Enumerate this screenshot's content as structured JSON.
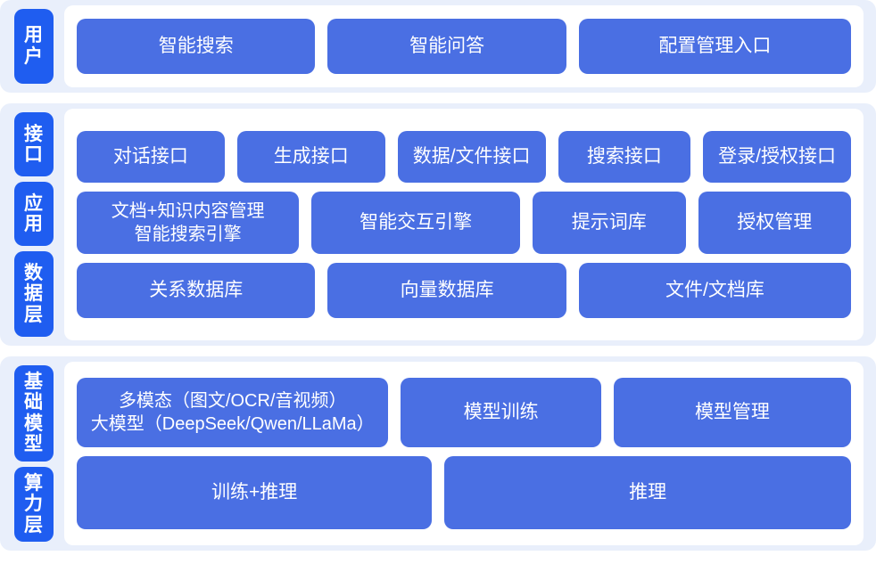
{
  "colors": {
    "page_background": "#ffffff",
    "band_background": "#e9effb",
    "panel_background": "#ffffff",
    "rail_tab": "#1f5df0",
    "card": "#4a6fe3",
    "card_text": "#ffffff"
  },
  "bands": [
    {
      "id": "user",
      "rail": [
        {
          "label": "用户"
        }
      ],
      "rows": [
        {
          "cards": [
            {
              "label": "智能搜索"
            },
            {
              "label": "智能问答"
            },
            {
              "label": "配置管理入口"
            }
          ]
        }
      ]
    },
    {
      "id": "platform",
      "rail": [
        {
          "label": "接口"
        },
        {
          "label": "应用"
        },
        {
          "label": "数据层"
        }
      ],
      "rows": [
        {
          "id": "interface-row",
          "cards": [
            {
              "label": "对话接口"
            },
            {
              "label": "生成接口"
            },
            {
              "label": "数据/文件接口"
            },
            {
              "label": "搜索接口"
            },
            {
              "label": "登录/授权接口"
            }
          ]
        },
        {
          "id": "application-row",
          "cards": [
            {
              "label": "文档+知识内容管理\n智能搜索引擎"
            },
            {
              "label": "智能交互引擎"
            },
            {
              "label": "提示词库"
            },
            {
              "label": "授权管理"
            }
          ]
        },
        {
          "id": "data-row",
          "cards": [
            {
              "label": "关系数据库"
            },
            {
              "label": "向量数据库"
            },
            {
              "label": "文件/文档库"
            }
          ]
        }
      ]
    },
    {
      "id": "infrastructure",
      "rail": [
        {
          "label": "基础模型"
        },
        {
          "label": "算力层"
        }
      ],
      "rows": [
        {
          "id": "model-row",
          "cards": [
            {
              "label": "多模态（图文/OCR/音视频）\n大模型（DeepSeek/Qwen/LLaMa）"
            },
            {
              "label": "模型训练"
            },
            {
              "label": "模型管理"
            }
          ]
        },
        {
          "id": "compute-row",
          "cards": [
            {
              "label": "训练+推理"
            },
            {
              "label": "推理"
            }
          ]
        }
      ]
    }
  ]
}
